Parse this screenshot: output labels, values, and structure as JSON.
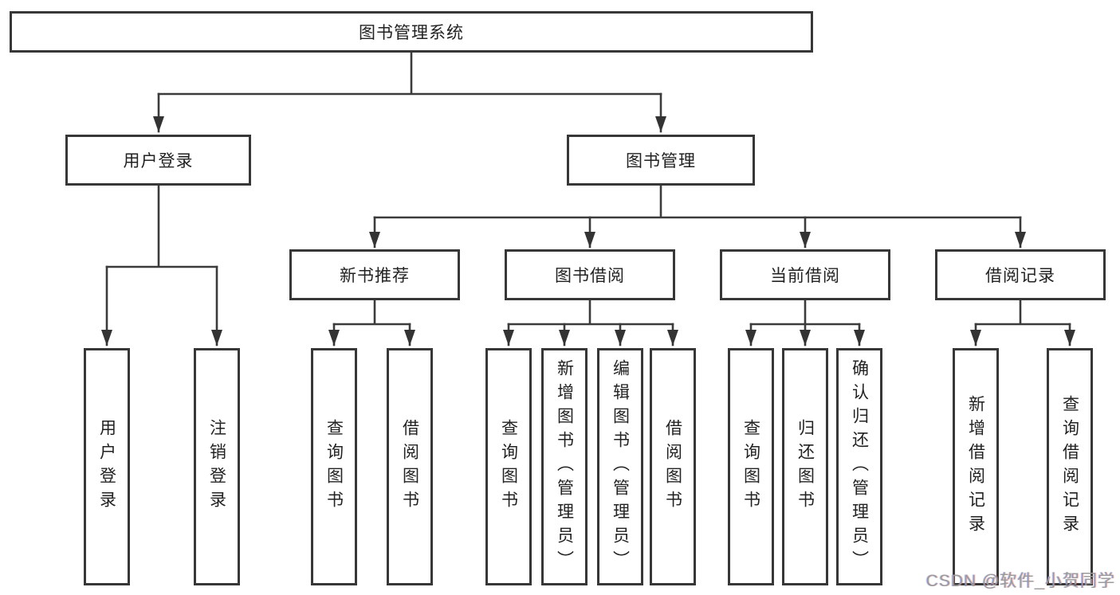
{
  "watermark": "CSDN @软件_小贺同学",
  "colors": {
    "line": "#373737",
    "box_border": "#373737",
    "text": "#222222",
    "watermark": "#9b9b9b",
    "background": "#ffffff"
  },
  "tree": {
    "label": "图书管理系统",
    "children": [
      {
        "label": "用户登录",
        "children": [
          {
            "label": "用户登录"
          },
          {
            "label": "注销登录"
          }
        ]
      },
      {
        "label": "图书管理",
        "children": [
          {
            "label": "新书推荐",
            "children": [
              {
                "label": "查询图书"
              },
              {
                "label": "借阅图书"
              }
            ]
          },
          {
            "label": "图书借阅",
            "children": [
              {
                "label": "查询图书"
              },
              {
                "label": "新增图书（管理员）"
              },
              {
                "label": "编辑图书（管理员）"
              },
              {
                "label": "借阅图书"
              }
            ]
          },
          {
            "label": "当前借阅",
            "children": [
              {
                "label": "查询图书"
              },
              {
                "label": "归还图书"
              },
              {
                "label": "确认归还（管理员）"
              }
            ]
          },
          {
            "label": "借阅记录",
            "children": [
              {
                "label": "新增借阅记录"
              },
              {
                "label": "查询借阅记录"
              }
            ]
          }
        ]
      }
    ]
  }
}
